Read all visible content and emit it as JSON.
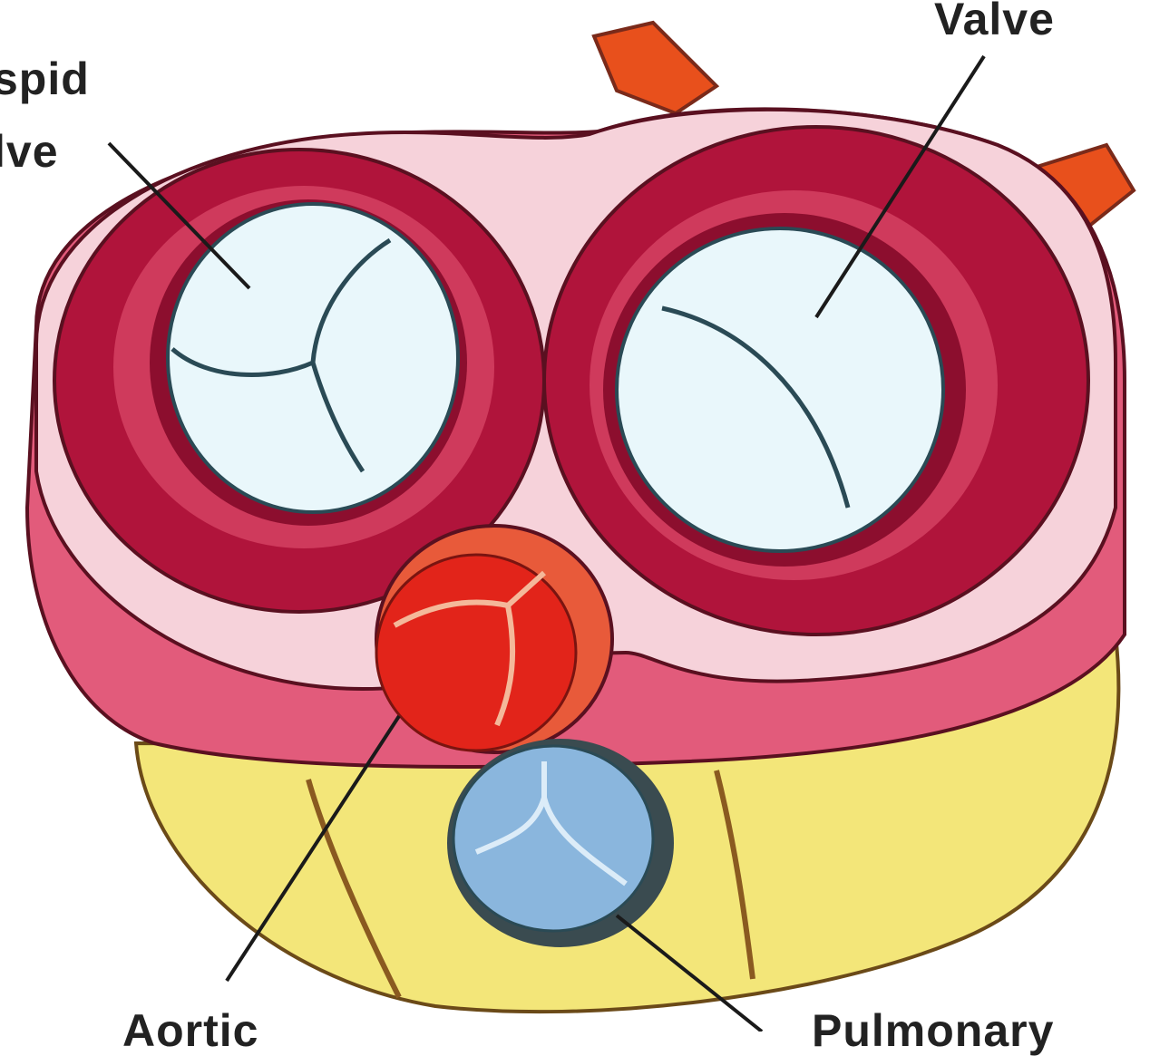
{
  "labels": {
    "tricuspid_line1": "spid",
    "tricuspid_line2": "lve",
    "mitral": "Valve",
    "aortic": "Aortic",
    "pulmonary": "Pulmonary"
  },
  "colors": {
    "myocardium": "#b0143b",
    "myocardium_light": "#e25b7b",
    "annulus": "#f6d2da",
    "valve_leaflet": "#e9f7fb",
    "fat": "#f3e679",
    "aorta": "#e2241a",
    "pulmonary": "#8ab6dd",
    "vessel_stub": "#e8501c"
  }
}
